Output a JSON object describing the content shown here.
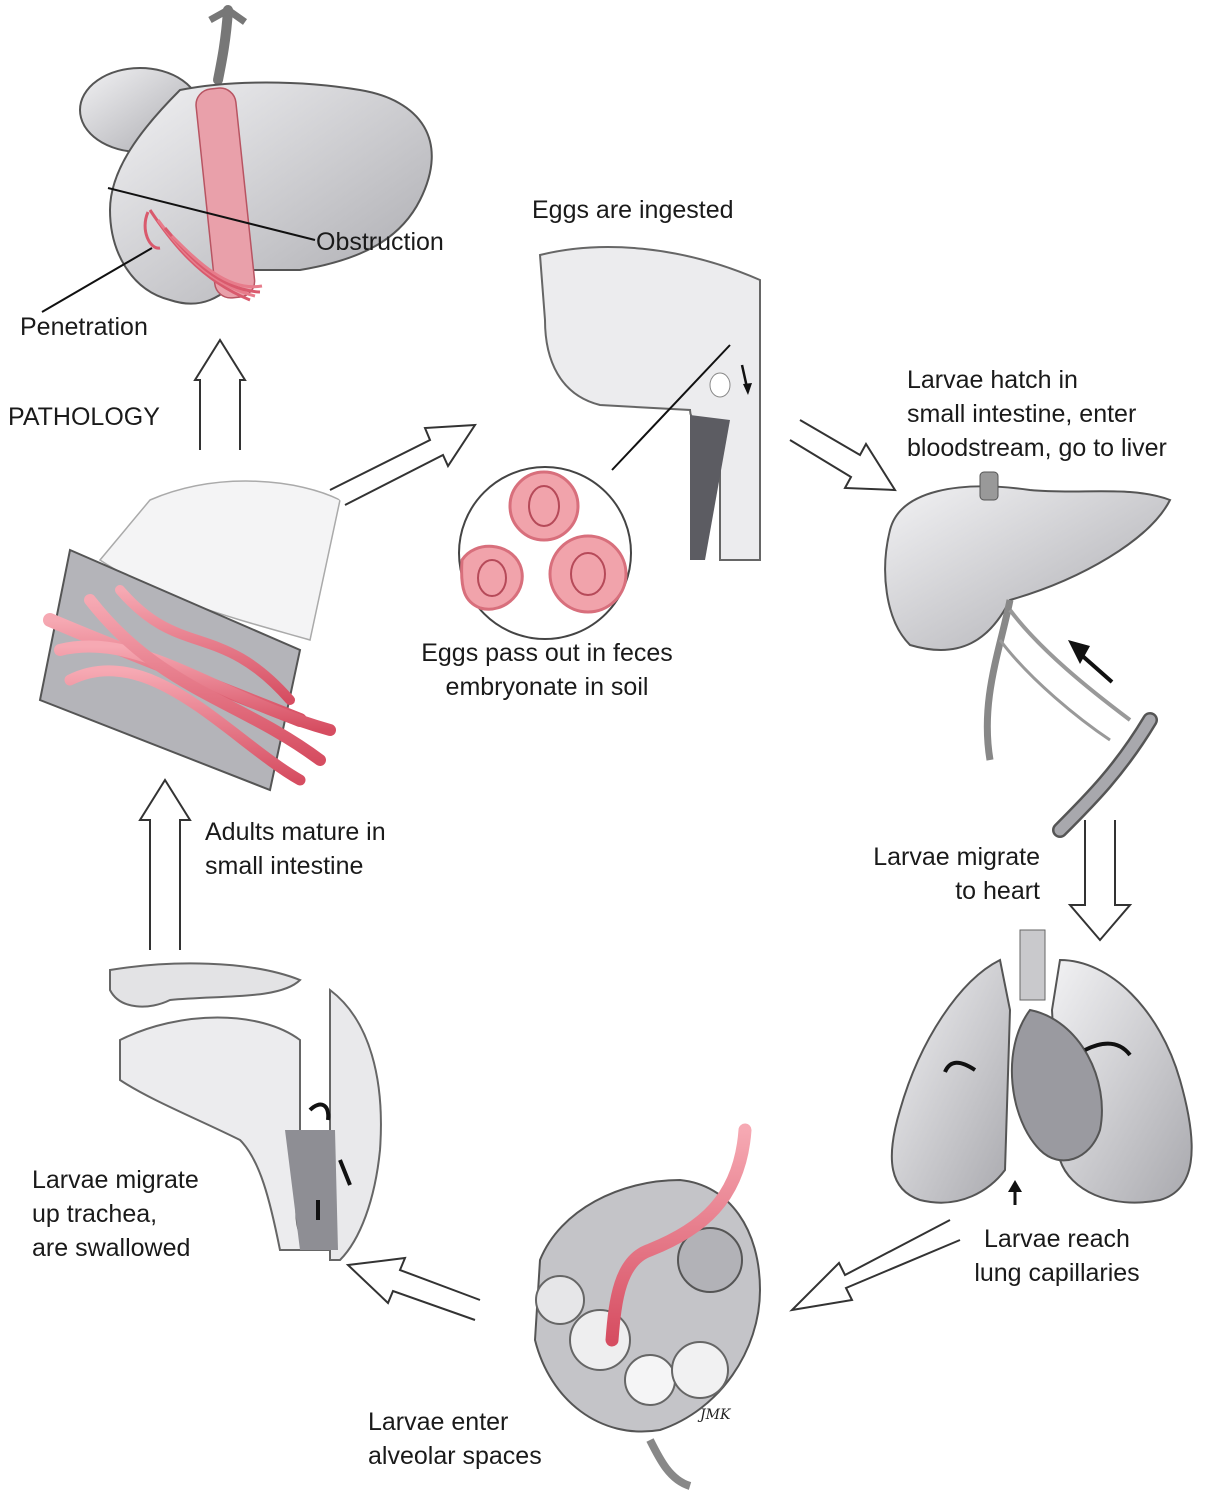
{
  "labels": {
    "eggs_ingested": "Eggs are ingested",
    "hatch": [
      "Larvae hatch in",
      "small intestine, enter",
      "bloodstream, go to liver"
    ],
    "heart": [
      "Larvae migrate",
      "to heart"
    ],
    "lung": [
      "Larvae reach",
      "lung capillaries"
    ],
    "alveolar": [
      "Larvae enter",
      "alveolar spaces"
    ],
    "trachea": [
      "Larvae migrate",
      "up trachea,",
      "are swallowed"
    ],
    "adults": [
      "Adults mature in",
      "small intestine"
    ],
    "feces": [
      "Eggs pass out in feces",
      "embryonate in soil"
    ],
    "pathology": "PATHOLOGY",
    "penetration": "Penetration",
    "obstruction": "Obstruction",
    "signature": "JMK"
  },
  "colors": {
    "tissue": "#d9d9dc",
    "tissue_dark": "#8d8d92",
    "worm": "#e8707e",
    "egg": "#f1a3ab",
    "arrow_outline": "#333333"
  }
}
